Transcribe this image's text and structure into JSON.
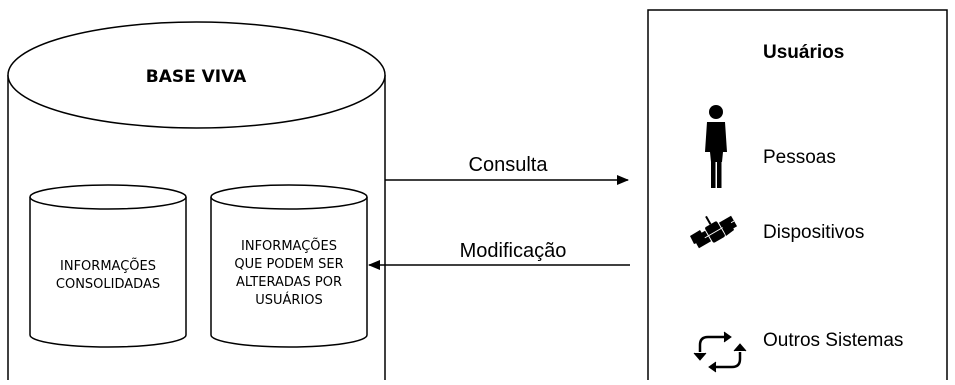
{
  "base": {
    "title": "BASE VIVA",
    "left_db_lines": [
      "INFORMAÇÕES",
      "CONSOLIDADAS"
    ],
    "right_db_lines": [
      "INFORMAÇÕES",
      "QUE PODEM SER",
      "ALTERADAS POR",
      "USUÁRIOS"
    ]
  },
  "arrows": {
    "consulta": "Consulta",
    "modificacao": "Modificação"
  },
  "users": {
    "title": "Usuários",
    "items": [
      {
        "label": "Pessoas",
        "icon": "person-icon"
      },
      {
        "label": "Dispositivos",
        "icon": "satellite-icon"
      },
      {
        "label": "Outros Sistemas",
        "icon": "cycle-arrows-icon"
      }
    ]
  }
}
